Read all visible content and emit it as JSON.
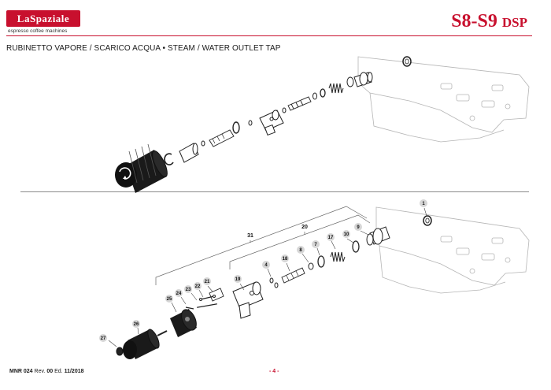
{
  "header": {
    "logo_text": "LaSpaziale",
    "logo_tagline": "espresso coffee machines",
    "model_main": "S8-S9",
    "model_sub": "DSP"
  },
  "section_title": "RUBINETTO VAPORE / SCARICO ACQUA • STEAM / WATER OUTLET TAP",
  "callouts": {
    "p1": "1",
    "p4": "4",
    "p7": "7",
    "p8": "8",
    "p9": "9",
    "p10": "10",
    "p17": "17",
    "p18": "18",
    "p19": "19",
    "p20": "20",
    "p21": "21",
    "p22": "22",
    "p23": "23",
    "p24": "24",
    "p25": "25",
    "p26": "26",
    "p27": "27",
    "p31": "31"
  },
  "footer": {
    "doc_code": "MNR 024",
    "rev_label": "Rev.",
    "rev": "00",
    "ed_label": "Ed.",
    "edition": "11/2018",
    "page": "- 4 -"
  },
  "colors": {
    "brand_red": "#c8102e",
    "line_gray": "#8a8a8a",
    "part_dark": "#222222"
  }
}
